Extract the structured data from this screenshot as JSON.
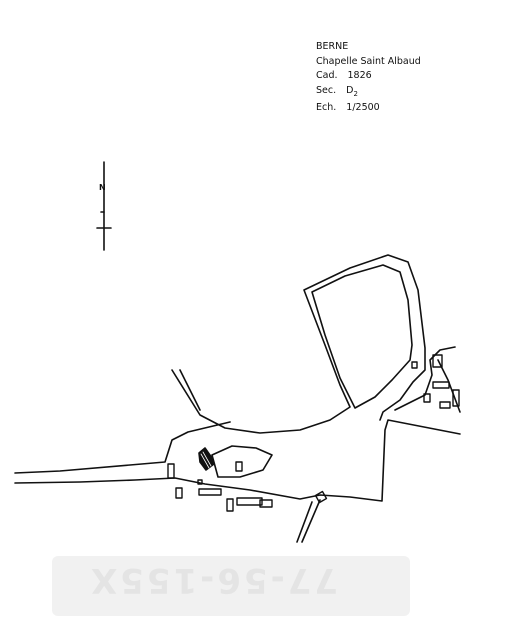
{
  "title_block": {
    "place": "BERNE",
    "subject": "Chapelle Saint Albaud",
    "cadastre_label": "Cad.",
    "cadastre_year": "1826",
    "section_label": "Sec.",
    "section_letter": "D",
    "section_number": "2",
    "scale_label": "Ech.",
    "scale_value": "1/2500"
  },
  "north_arrow": {
    "letter": "N"
  },
  "footer": {
    "inventory_number": "77-56-155X"
  },
  "colors": {
    "ink": "#111111",
    "paper": "#ffffff",
    "footer_strip": "#f1f1f1"
  }
}
